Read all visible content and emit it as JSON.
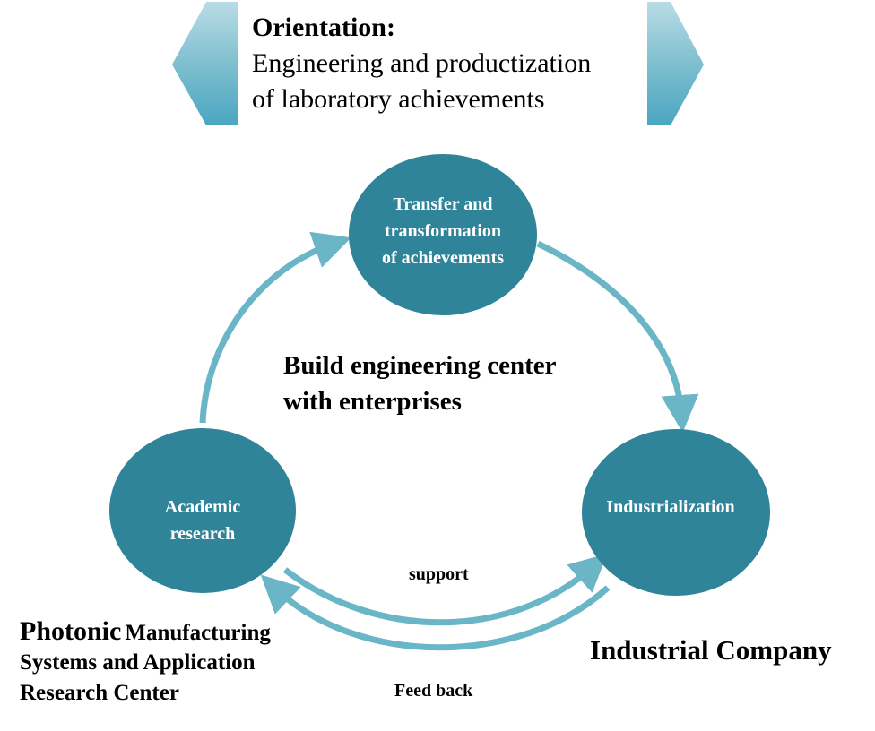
{
  "orientation": {
    "title": "Orientation:",
    "line1": "Engineering  and productization",
    "line2": "of laboratory  achievements"
  },
  "nodes": {
    "top": [
      "Transfer and",
      "transformation",
      "of achievements"
    ],
    "left": [
      "Academic",
      "research"
    ],
    "right": "Industrialization"
  },
  "center_label": [
    "Build engineering center",
    "with enterprises"
  ],
  "arrows": {
    "support": "support",
    "feedback": "Feed back"
  },
  "left_org": {
    "word1": "Photonic",
    "rest1": "Manufacturing",
    "line2": "Systems and Application",
    "line3": "Research  Center"
  },
  "right_org": "Industrial Company",
  "colors": {
    "node": "#30849a",
    "arrow": "#6ab6c7",
    "hex_light": "#a8d3df",
    "hex_dark": "#4aa6c2"
  }
}
